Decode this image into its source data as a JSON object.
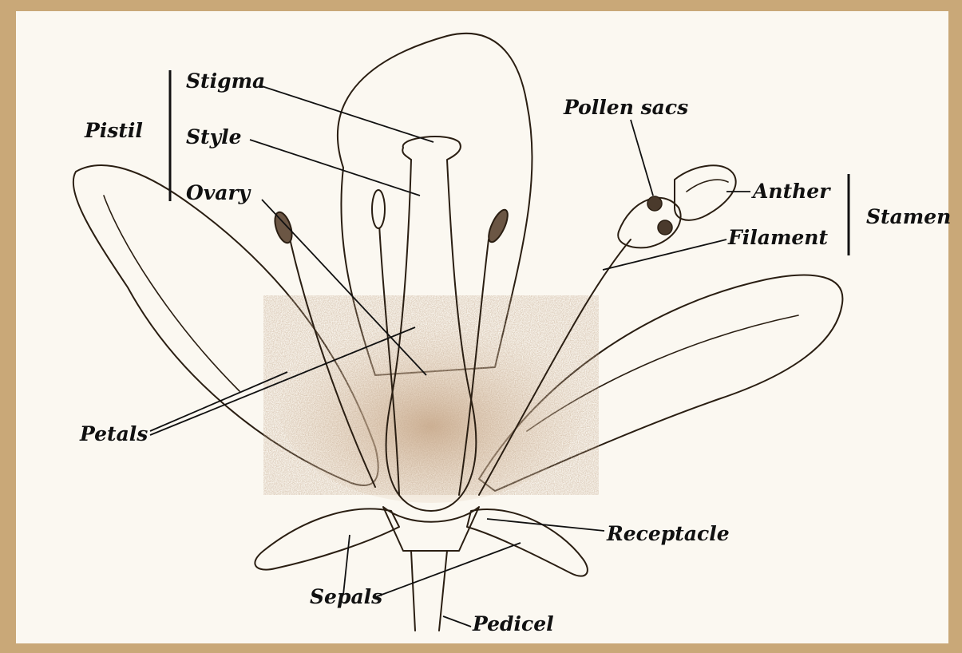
{
  "colors": {
    "frame": "#c9a878",
    "paper": "#fbf8f1",
    "ink": "#2a1e12",
    "shade": "#d9bfa2"
  },
  "labels": {
    "pistil": "Pistil",
    "stigma": "Stigma",
    "style": "Style",
    "ovary": "Ovary",
    "pollen_sacs": "Pollen sacs",
    "anther": "Anther",
    "stamen": "Stamen",
    "filament": "Filament",
    "petals": "Petals",
    "receptacle": "Receptacle",
    "sepals": "Sepals",
    "pedicel": "Pedicel"
  }
}
